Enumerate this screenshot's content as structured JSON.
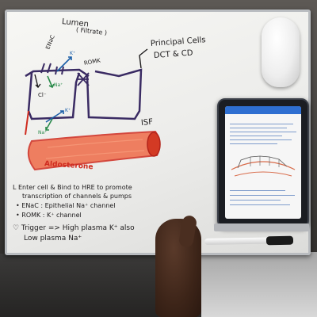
{
  "whiteboard": {
    "lumen": "Lumen",
    "filtrate": "( Filtrate )",
    "principal_cells": "Principal Cells",
    "dct_cd": "DCT & CD",
    "enac": "ENaC",
    "romk": "ROMK",
    "cl": "Cl⁻",
    "na": "Na⁺",
    "k": "K⁺",
    "isf": "ISF",
    "aldosterone": "Aldosterone",
    "notes": [
      "L Enter cell & Bind to HRE to promote",
      "transcription of channels & pumps",
      "• ENaC : Epithelial Na⁺ channel",
      "• ROMK : K⁺ channel",
      "♡ Trigger => High plasma K⁺ also",
      "Low plasma Na⁺"
    ]
  },
  "tablet": {
    "document_title": ""
  },
  "colors": {
    "ink_black": "#1d1b1c",
    "ink_purple": "#3a2b63",
    "ink_red": "#cf2b1f",
    "ink_blue": "#1c5fa8",
    "ink_green": "#2a8a4a"
  }
}
